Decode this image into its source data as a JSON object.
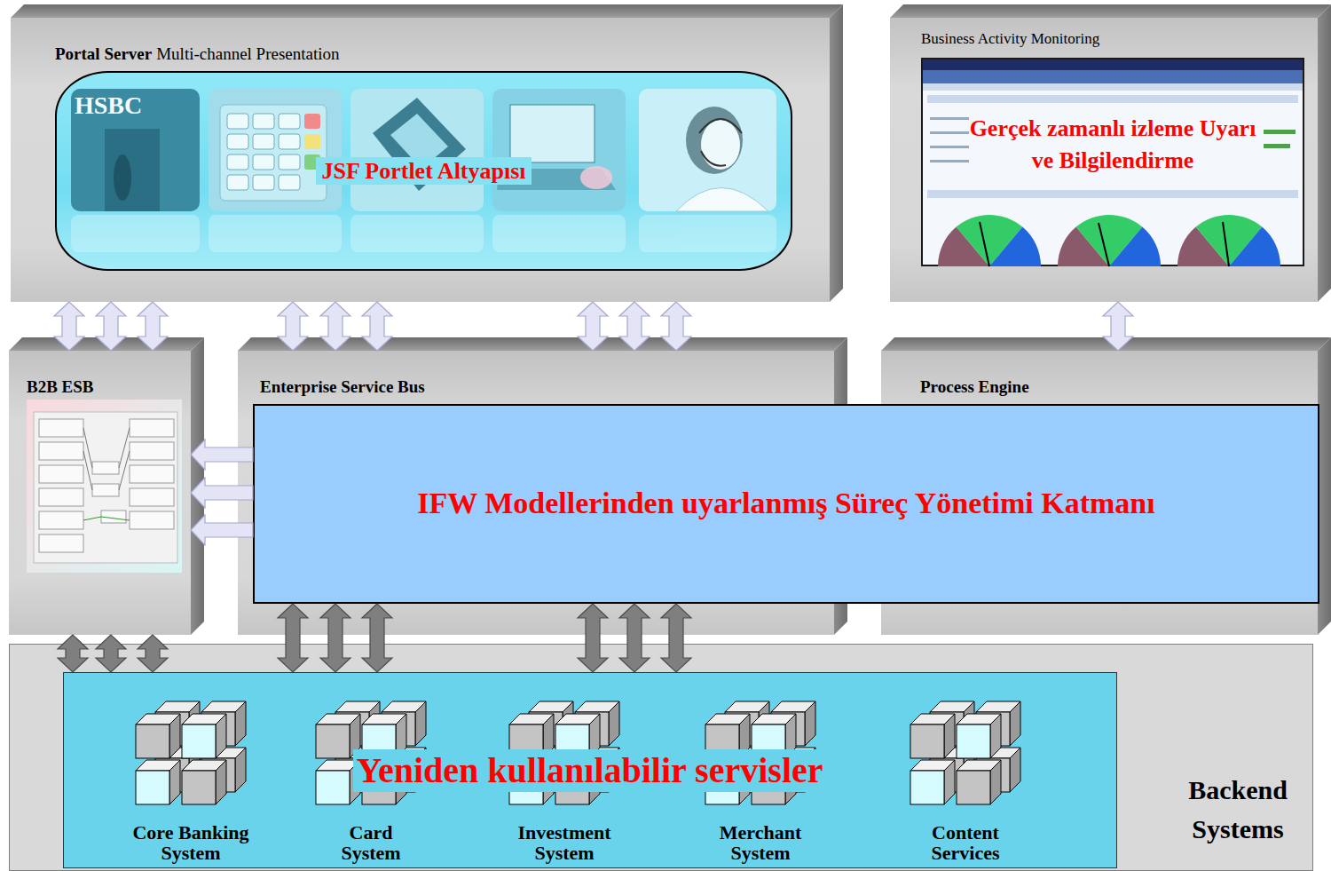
{
  "diagram": {
    "nodes": [
      {
        "text": [
          "Portal Server",
          "Multi-channel Presentation"
        ]
      },
      {
        "text": [
          "JSF Portlet Altyapısı"
        ],
        "in": 0
      },
      {
        "text": [
          "Business Activity Monitoring"
        ]
      },
      {
        "text": [
          "Gerçek zamanlı izleme Uyarı ve Bilgilendirme"
        ],
        "in": 2
      },
      {
        "text": [
          "B2B ESB"
        ]
      },
      {
        "text": [
          "Enterprise Service Bus"
        ]
      },
      {
        "text": [
          "Process Engine"
        ]
      },
      {
        "text": [
          "IFW Modellerinden uyarlanmış Süreç Yönetimi Katmanı"
        ]
      },
      {
        "text": [
          "Backend Systems"
        ]
      },
      {
        "text": [
          "Yeniden kullanılabilir servisler"
        ],
        "in": 8
      }
    ],
    "edges": [
      {
        "from": 0,
        "to": 4,
        "arrow": "both"
      },
      {
        "from": 0,
        "to": 4,
        "arrow": "both"
      },
      {
        "from": 0,
        "to": 4,
        "arrow": "both"
      },
      {
        "from": 0,
        "to": 5,
        "arrow": "both"
      },
      {
        "from": 0,
        "to": 5,
        "arrow": "both"
      },
      {
        "from": 0,
        "to": 5,
        "arrow": "both"
      },
      {
        "from": 0,
        "to": 5,
        "arrow": "both"
      },
      {
        "from": 0,
        "to": 5,
        "arrow": "both"
      },
      {
        "from": 0,
        "to": 5,
        "arrow": "both"
      },
      {
        "from": 2,
        "to": 6,
        "arrow": "both"
      },
      {
        "from": 7,
        "to": 4,
        "arrow": "to"
      },
      {
        "from": 7,
        "to": 4,
        "arrow": "to"
      },
      {
        "from": 7,
        "to": 4,
        "arrow": "to"
      },
      {
        "from": 4,
        "to": 9,
        "arrow": "both"
      },
      {
        "from": 4,
        "to": 9,
        "arrow": "both"
      },
      {
        "from": 4,
        "to": 9,
        "arrow": "both"
      },
      {
        "from": 7,
        "to": 9,
        "arrow": "both"
      },
      {
        "from": 7,
        "to": 9,
        "arrow": "both"
      },
      {
        "from": 7,
        "to": 9,
        "arrow": "both"
      },
      {
        "from": 7,
        "to": 9,
        "arrow": "both"
      },
      {
        "from": 7,
        "to": 9,
        "arrow": "both"
      },
      {
        "from": 7,
        "to": 9,
        "arrow": "both"
      }
    ],
    "labels": [
      "HSBC",
      "Core Banking System",
      "Card System",
      "Investment System",
      "Merchant System",
      "Content Services"
    ]
  }
}
